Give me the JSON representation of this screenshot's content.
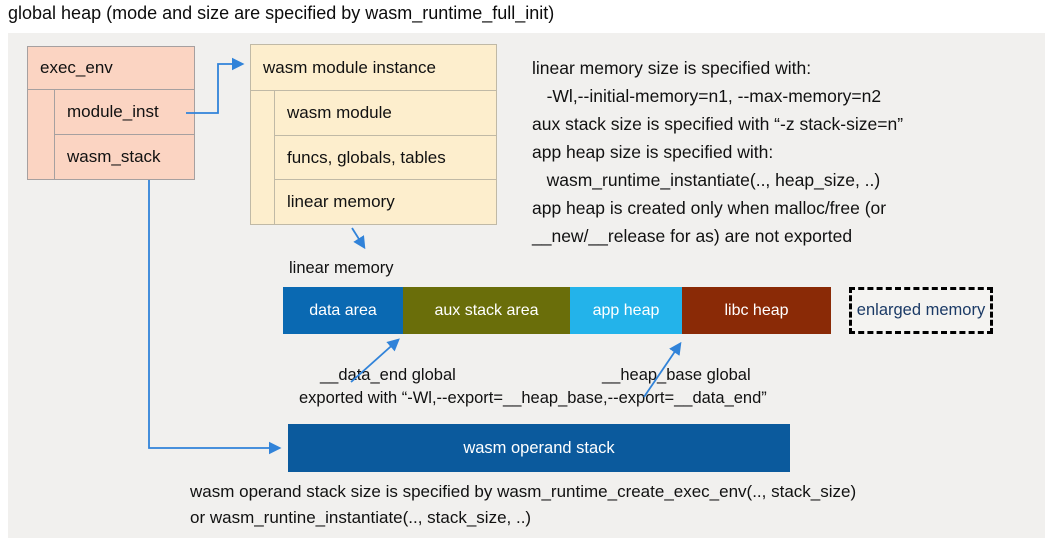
{
  "title": "global heap (mode and size are specified by wasm_runtime_full_init)",
  "exec_env": {
    "header": "exec_env",
    "rows": [
      "module_inst",
      "wasm_stack"
    ]
  },
  "module_instance": {
    "header": "wasm module instance",
    "rows": [
      "wasm module",
      "funcs, globals, tables",
      "linear memory"
    ]
  },
  "notes_right": {
    "lines": [
      "linear memory size is specified with:",
      "   -Wl,--initial-memory=n1, --max-memory=n2",
      "aux stack size is specified with “-z stack-size=n”",
      "app heap size is specified with:",
      "   wasm_runtime_instantiate(.., heap_size, ..)",
      "app heap is created only when malloc/free (or",
      "__new/__release for as) are not exported"
    ]
  },
  "linear_memory": {
    "label": "linear memory",
    "segments": [
      {
        "label": "data area",
        "color": "#0a69b2",
        "width": 120
      },
      {
        "label": "aux stack area",
        "color": "#6a6e0a",
        "width": 167
      },
      {
        "label": "app heap",
        "color": "#23b3ea",
        "width": 112
      },
      {
        "label": "libc heap",
        "color": "#8a2a06",
        "width": 149
      }
    ],
    "enlarged": {
      "label": "enlarged memory",
      "text_color": "#1b3a66"
    }
  },
  "annotations": {
    "data_end": "__data_end global",
    "heap_base": "__heap_base global",
    "exported": "exported with “-Wl,--export=__heap_base,--export=__data_end”"
  },
  "operand_stack": {
    "label": "wasm operand stack"
  },
  "notes_bottom": {
    "lines": [
      "wasm operand stack size is specified by wasm_runtime_create_exec_env(.., stack_size)",
      "or wasm_runtine_instantiate(.., stack_size, ..)"
    ]
  },
  "colors": {
    "panel_bg": "#f1f0ee",
    "exec_env_fill": "#fbd4c2",
    "module_instance_fill": "#fdeecd",
    "operand_stack_fill": "#0b5a9d",
    "arrow": "#3183d9",
    "enlarged_text": "#1b3a66"
  }
}
